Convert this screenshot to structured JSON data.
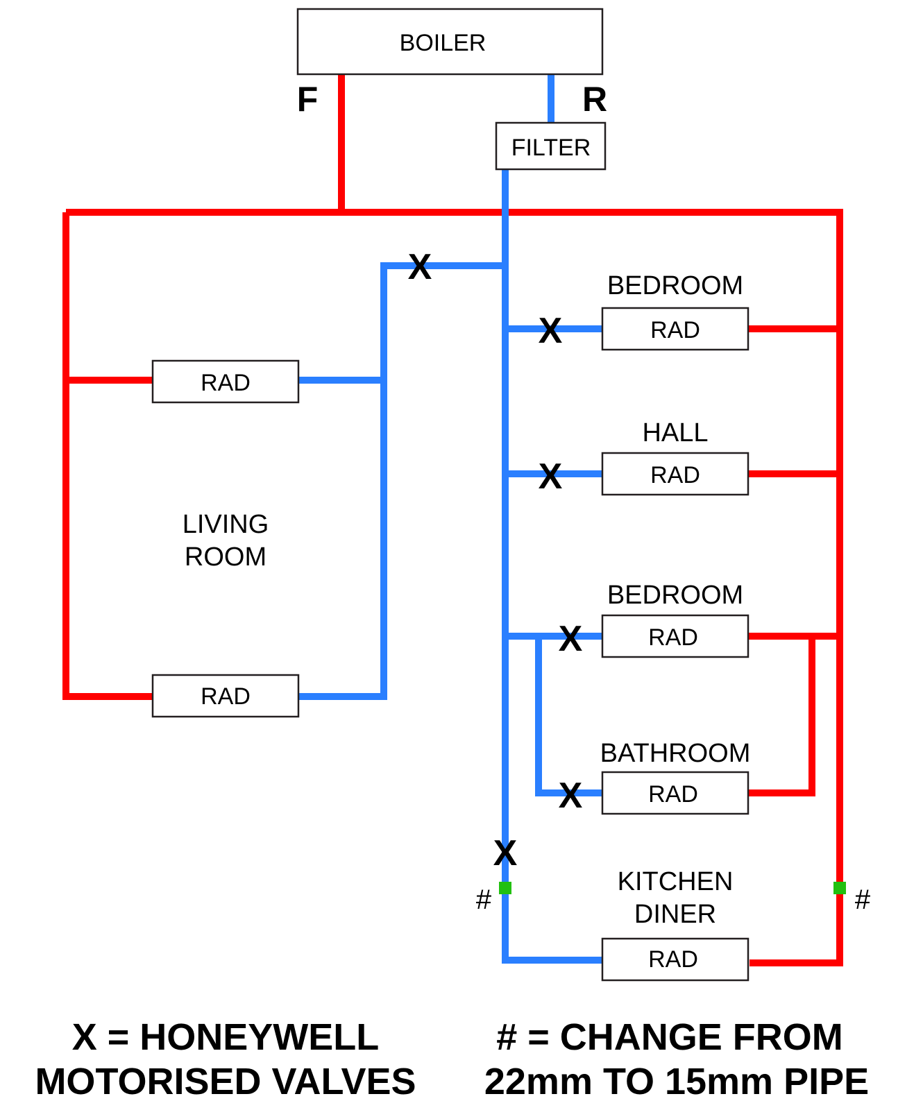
{
  "colors": {
    "flow": "#ff0000",
    "return": "#2a7fff",
    "pipe_change_marker": "#22c010",
    "outline": "#231f20"
  },
  "boiler": {
    "label": "BOILER",
    "flow_label": "F",
    "return_label": "R"
  },
  "filter": {
    "label": "FILTER"
  },
  "rooms": {
    "living_room": {
      "line1": "LIVING",
      "line2": "ROOM",
      "rad1": "RAD",
      "rad2": "RAD"
    },
    "bedroom1": {
      "label": "BEDROOM",
      "rad": "RAD"
    },
    "hall": {
      "label": "HALL",
      "rad": "RAD"
    },
    "bedroom2": {
      "label": "BEDROOM",
      "rad": "RAD"
    },
    "bathroom": {
      "label": "BATHROOM",
      "rad": "RAD"
    },
    "kitchen_diner": {
      "line1": "KITCHEN",
      "line2": "DINER",
      "rad": "RAD"
    }
  },
  "markers": {
    "valve": "X",
    "pipe_change": "#"
  },
  "legend": {
    "valve_line1": "X = HONEYWELL",
    "valve_line2": "MOTORISED VALVES",
    "change_line1": "# = CHANGE FROM",
    "change_line2": "22mm TO 15mm PIPE"
  }
}
